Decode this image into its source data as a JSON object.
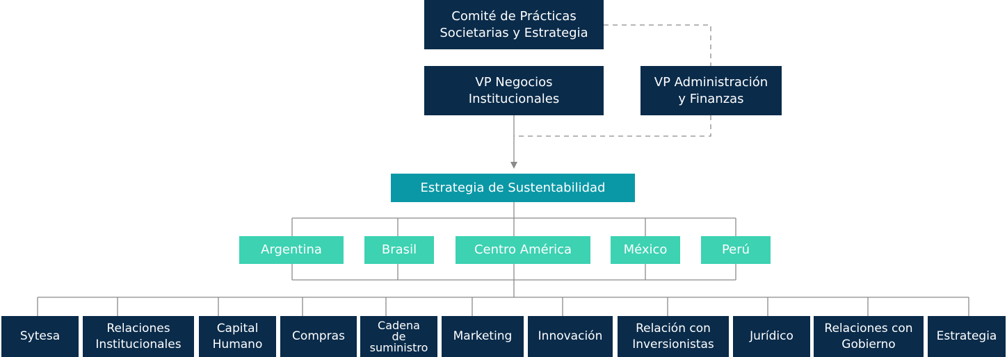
{
  "top": {
    "committee": "Comité de Prácticas\nSocietarias y Estrategia",
    "vp_negocios": "VP Negocios\nInstitucionales",
    "vp_admin": "VP Administración\ny Finanzas"
  },
  "center": {
    "sustainability": "Estrategia de Sustentabilidad"
  },
  "countries": [
    "Argentina",
    "Brasil",
    "Centro América",
    "México",
    "Perú"
  ],
  "departments": [
    "Sytesa",
    "Relaciones\nInstitucionales",
    "Capital\nHumano",
    "Compras",
    "Cadena\nde\nsuministro",
    "Marketing",
    "Innovación",
    "Relación con\nInversionistas",
    "Jurídico",
    "Relaciones con\nGobierno",
    "Estrategia"
  ],
  "colors": {
    "navy": "#0a2b4a",
    "teal": "#0b98a6",
    "mint": "#3cd2b2",
    "line": "#8a8a8a"
  }
}
